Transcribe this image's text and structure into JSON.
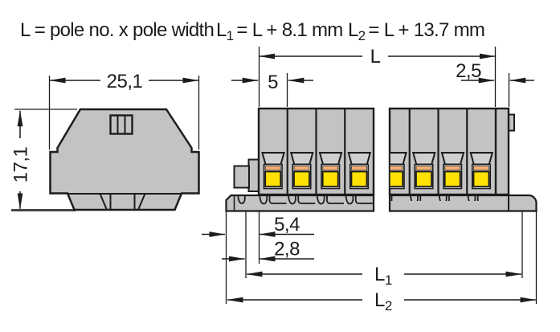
{
  "header": {
    "formula_L": "L = pole no. x pole width",
    "formula_L1": {
      "pre": "L",
      "sub": "1",
      "post": "= L + 8.1 mm"
    },
    "formula_L2": {
      "pre": "L",
      "sub": "2",
      "post": "= L + 13.7 mm"
    }
  },
  "side_view": {
    "width_mm": "25,1",
    "height_mm": "17,1"
  },
  "front_view": {
    "pole_width_mm": "5",
    "end_plate_mm": "2,5",
    "offset_a_mm": "5,4",
    "offset_b_mm": "2,8",
    "length_total": {
      "pre": "L"
    },
    "length_l1": {
      "pre": "L",
      "sub": "1"
    },
    "length_l2": {
      "pre": "L",
      "sub": "2"
    }
  },
  "colors": {
    "body_gray": "#C3C3C3",
    "funnel_gray": "#CFCFCF",
    "clamp_yellow": "#FFE103",
    "clamp_orange": "#F3AE74",
    "outline": "#1C1C1C",
    "ground_line": "#474747",
    "background": "#FFFFFF"
  }
}
